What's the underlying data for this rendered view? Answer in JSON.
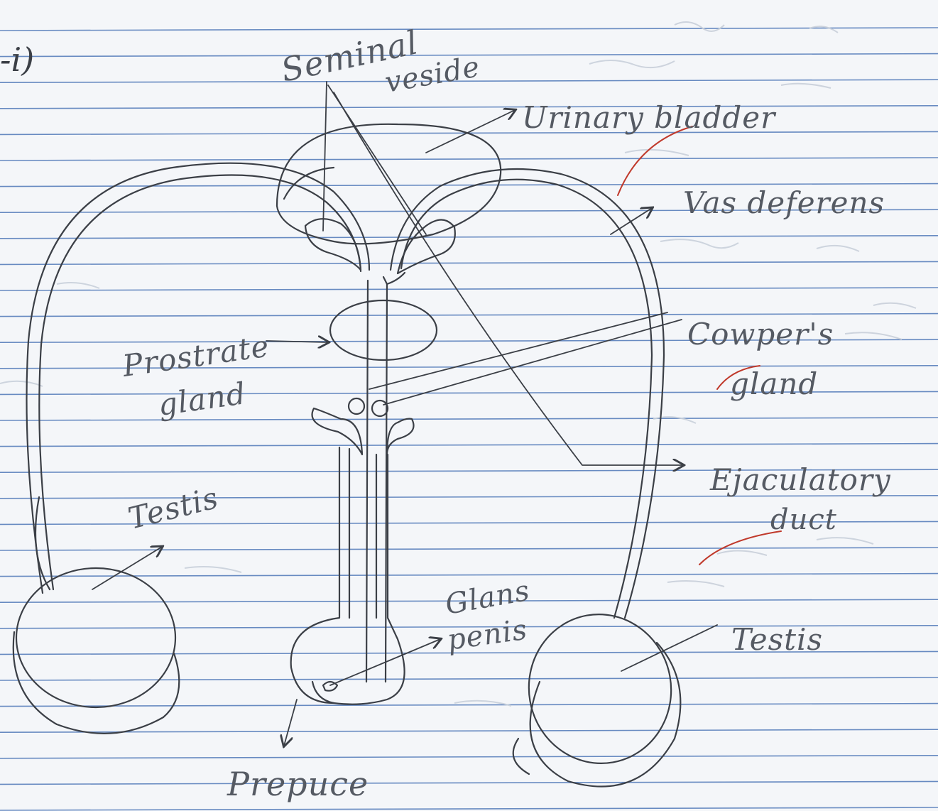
{
  "question_marker": "-i)",
  "labels": {
    "seminal_vesicle_line1": "Seminal",
    "seminal_vesicle_line2": "veside",
    "urinary_bladder": "Urinary bladder",
    "vas_deferens": "Vas deferens",
    "prostate_line1": "Prostrate",
    "prostate_line2": "gland",
    "cowpers_line1": "Cowper's",
    "cowpers_line2": "gland",
    "testis_left": "Testis",
    "ejaculatory_line1": "Ejaculatory",
    "ejaculatory_line2": "duct",
    "glans_line1": "Glans",
    "glans_line2": "penis",
    "testis_right": "Testis",
    "prepuce": "Prepuce"
  },
  "colors": {
    "paper": "#f4f6f9",
    "rule_line": "#4f78b8",
    "pencil": "#3b3f46",
    "ink": "#161616",
    "tick_red": "#c0392b",
    "bleed": "#c9d0da"
  }
}
